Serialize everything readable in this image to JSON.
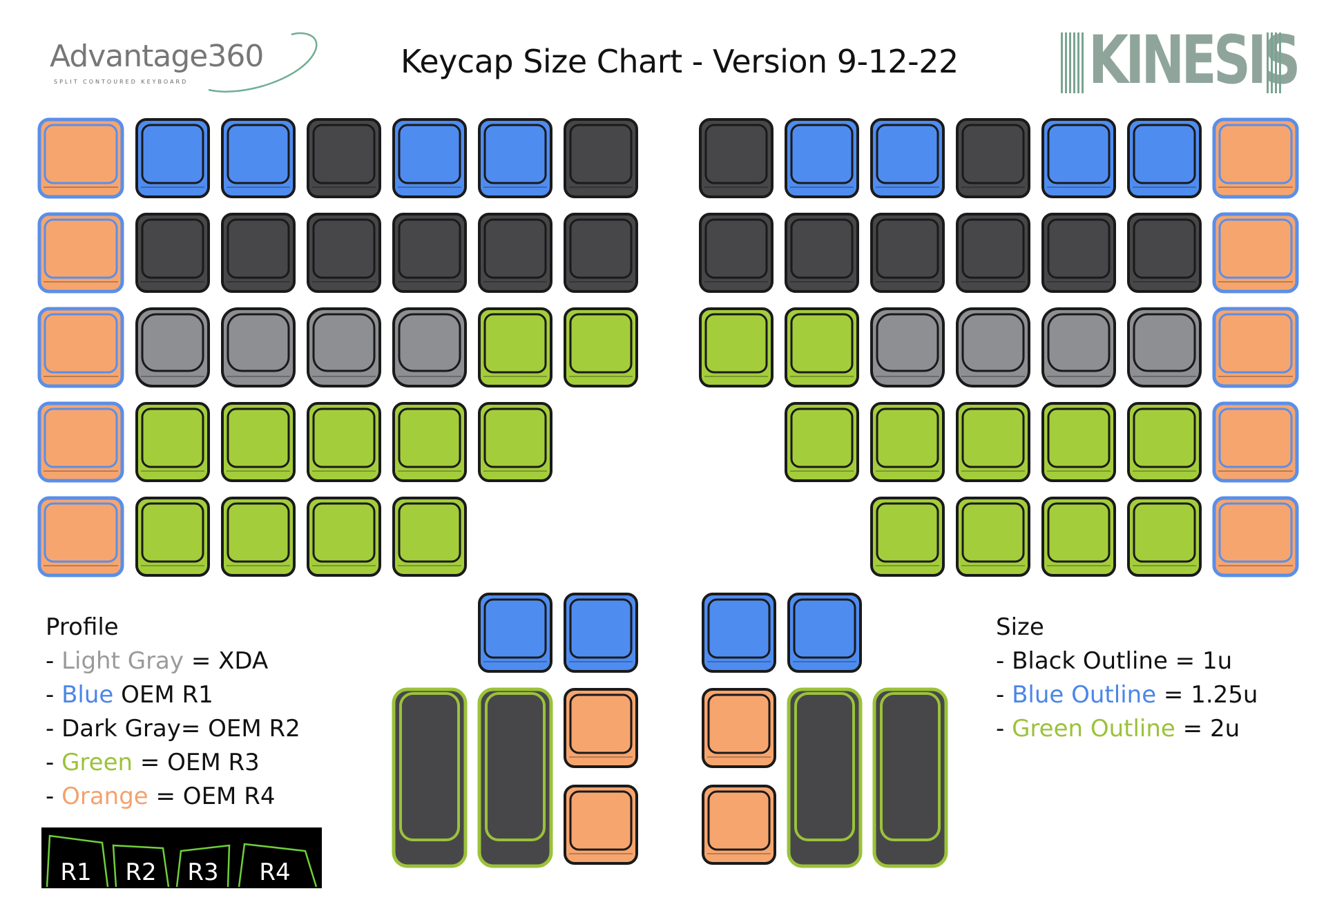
{
  "header": {
    "left_logo_text": "Advantage360",
    "left_logo_tagline": "SPLIT CONTOURED KEYBOARD",
    "title": "Keycap Size Chart - Version 9-12-22",
    "right_logo_text": "KINESIS"
  },
  "colors": {
    "blue": "#4f8cf0",
    "dark_gray": "#474749",
    "light_gray": "#8e8f93",
    "green": "#a4cd3b",
    "orange": "#f7a56e",
    "outline_blue": "#5a8fe8",
    "outline_green": "#9bc23a",
    "outline_black": "#1a1a1a"
  },
  "profile_legend": {
    "heading": "Profile",
    "items": [
      {
        "dash": "- ",
        "colored": "Light Gray",
        "rest": " = XDA",
        "color_class": "c-gray"
      },
      {
        "dash": "- ",
        "colored": "Blue",
        "rest": " OEM R1",
        "color_class": "c-blue"
      },
      {
        "dash": "- ",
        "colored": "",
        "rest": "Dark Gray= OEM R2",
        "color_class": ""
      },
      {
        "dash": "- ",
        "colored": "Green",
        "rest": " = OEM R3",
        "color_class": "c-green"
      },
      {
        "dash": "- ",
        "colored": "Orange",
        "rest": " = OEM R4",
        "color_class": "c-orange"
      }
    ]
  },
  "size_legend": {
    "heading": "Size",
    "items": [
      {
        "dash": "- ",
        "colored": "",
        "rest": "Black Outline = 1u",
        "color_class": ""
      },
      {
        "dash": "- ",
        "colored": "Blue Outline",
        "rest": " = 1.25u",
        "color_class": "c-blue"
      },
      {
        "dash": "- ",
        "colored": "Green Outline",
        "rest": " = 2u",
        "color_class": "c-green"
      }
    ]
  },
  "row_profiles": [
    "R1",
    "R2",
    "R3",
    "R4"
  ],
  "keyboard": {
    "left_rows": [
      [
        "orange:blue",
        "blue:black",
        "blue:black",
        "dark:black",
        "blue:black",
        "blue:black",
        "dark:black"
      ],
      [
        "orange:blue",
        "dark:black",
        "dark:black",
        "dark:black",
        "dark:black",
        "dark:black",
        "dark:black"
      ],
      [
        "orange:blue",
        "lgray:black",
        "lgray:black",
        "lgray:black",
        "lgray:black",
        "green:black",
        "green:black"
      ],
      [
        "orange:blue",
        "green:black",
        "green:black",
        "green:black",
        "green:black",
        "green:black"
      ],
      [
        "orange:blue",
        "green:black",
        "green:black",
        "green:black",
        "green:black"
      ]
    ],
    "right_rows": [
      [
        "dark:black",
        "blue:black",
        "blue:black",
        "dark:black",
        "blue:black",
        "blue:black",
        "orange:blue"
      ],
      [
        "dark:black",
        "dark:black",
        "dark:black",
        "dark:black",
        "dark:black",
        "dark:black",
        "orange:blue"
      ],
      [
        "green:black",
        "green:black",
        "lgray:black",
        "lgray:black",
        "lgray:black",
        "lgray:black",
        "orange:blue"
      ],
      [
        "green:black",
        "green:black",
        "green:black",
        "green:black",
        "green:black",
        "orange:blue"
      ],
      [
        "green:black",
        "green:black",
        "green:black",
        "green:black",
        "orange:blue"
      ]
    ],
    "left_thumb": [
      "blue:black",
      "blue:black",
      "dark:green-tall",
      "dark:green-tall",
      "orange:black",
      "orange:black"
    ],
    "right_thumb": [
      "blue:black",
      "blue:black",
      "orange:black",
      "orange:black",
      "dark:green-tall",
      "dark:green-tall"
    ]
  }
}
